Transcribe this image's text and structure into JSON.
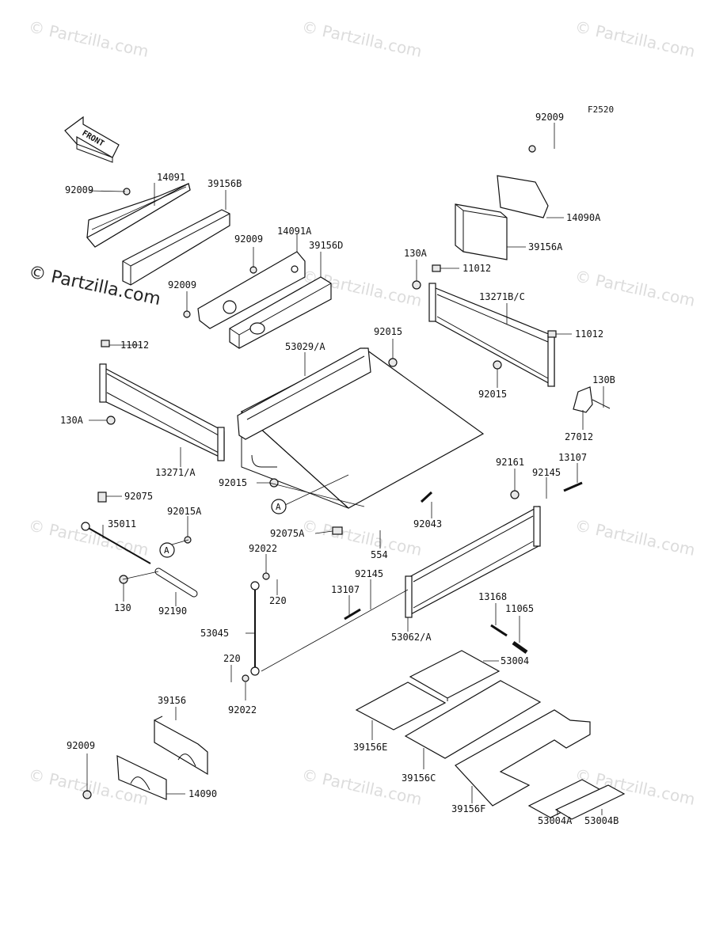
{
  "figure_code": "F2520",
  "front_label": "FRONT",
  "watermark": {
    "text": "© Partzilla.com"
  },
  "callout_letter": "A",
  "parts": [
    {
      "id": "p1",
      "text": "92009"
    },
    {
      "id": "p2",
      "text": "14091"
    },
    {
      "id": "p3",
      "text": "39156B"
    },
    {
      "id": "p4",
      "text": "92009"
    },
    {
      "id": "p5",
      "text": "14091A"
    },
    {
      "id": "p6",
      "text": "39156D"
    },
    {
      "id": "p7",
      "text": "92009"
    },
    {
      "id": "p8",
      "text": "92009"
    },
    {
      "id": "p9",
      "text": "14090A"
    },
    {
      "id": "p10",
      "text": "39156A"
    },
    {
      "id": "p11",
      "text": "130A"
    },
    {
      "id": "p12",
      "text": "11012"
    },
    {
      "id": "p13",
      "text": "13271B/C"
    },
    {
      "id": "p14",
      "text": "11012"
    },
    {
      "id": "p15",
      "text": "92015"
    },
    {
      "id": "p16",
      "text": "53029/A"
    },
    {
      "id": "p17",
      "text": "92015"
    },
    {
      "id": "p18",
      "text": "130B"
    },
    {
      "id": "p19",
      "text": "27012"
    },
    {
      "id": "p20",
      "text": "11012"
    },
    {
      "id": "p21",
      "text": "130A"
    },
    {
      "id": "p22",
      "text": "13271/A"
    },
    {
      "id": "p23",
      "text": "92015"
    },
    {
      "id": "p24",
      "text": "92161"
    },
    {
      "id": "p25",
      "text": "13107"
    },
    {
      "id": "p26",
      "text": "92145"
    },
    {
      "id": "p27",
      "text": "92075"
    },
    {
      "id": "p28",
      "text": "92043"
    },
    {
      "id": "p29",
      "text": "35011"
    },
    {
      "id": "p30",
      "text": "92015A"
    },
    {
      "id": "p31",
      "text": "92075A"
    },
    {
      "id": "p32",
      "text": "554"
    },
    {
      "id": "p33",
      "text": "92022"
    },
    {
      "id": "p34",
      "text": "220"
    },
    {
      "id": "p35",
      "text": "92145"
    },
    {
      "id": "p36",
      "text": "13107"
    },
    {
      "id": "p37",
      "text": "130"
    },
    {
      "id": "p38",
      "text": "92190"
    },
    {
      "id": "p39",
      "text": "13168"
    },
    {
      "id": "p40",
      "text": "11065"
    },
    {
      "id": "p41",
      "text": "53045"
    },
    {
      "id": "p42",
      "text": "53062/A"
    },
    {
      "id": "p43",
      "text": "220"
    },
    {
      "id": "p44",
      "text": "53004"
    },
    {
      "id": "p45",
      "text": "92022"
    },
    {
      "id": "p46",
      "text": "39156"
    },
    {
      "id": "p47",
      "text": "39156E"
    },
    {
      "id": "p48",
      "text": "92009"
    },
    {
      "id": "p49",
      "text": "39156C"
    },
    {
      "id": "p50",
      "text": "14090"
    },
    {
      "id": "p51",
      "text": "39156F"
    },
    {
      "id": "p52",
      "text": "53004A"
    },
    {
      "id": "p53",
      "text": "53004B"
    }
  ]
}
